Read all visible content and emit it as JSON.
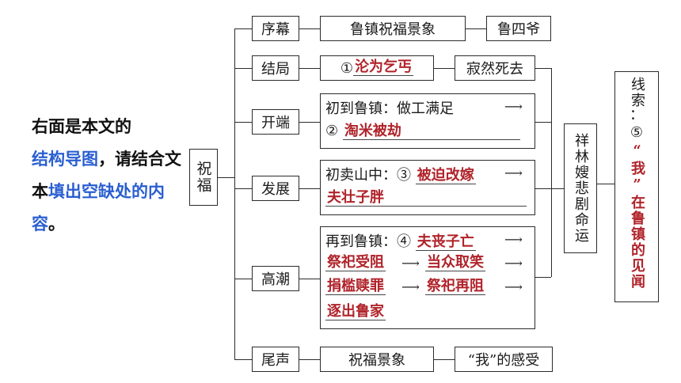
{
  "prompt": {
    "part1": "右面是本文的",
    "highlight1": "结构导图",
    "part2": "，请结合文本",
    "highlight2": "填出空缺处的内容",
    "part3": "。"
  },
  "root": "祝福",
  "nodes": {
    "xumu": "序幕",
    "jieju": "结局",
    "kaiduan": "开端",
    "fazhan": "发展",
    "gaochao": "高潮",
    "weisheng": "尾声"
  },
  "xumu_row": {
    "scene": "鲁镇祝福景象",
    "person": "鲁四爷"
  },
  "jieju_row": {
    "num": "①",
    "answer": "沦为乞丐",
    "result": "寂然死去"
  },
  "kaiduan_row": {
    "line1": "初到鲁镇：做工满足",
    "num": "②",
    "answer": "淘米被劫"
  },
  "fazhan_row": {
    "prefix": "初卖山中：",
    "num": "③",
    "answer1": "被迫改嫁",
    "answer2": "夫壮子胖"
  },
  "gaochao_row": {
    "prefix": "再到鲁镇：",
    "num": "④",
    "a1": "夫丧子亡",
    "a2": "祭祀受阻",
    "a3": "当众取笑",
    "a4": "捐槛赎罪",
    "a5": "祭祀再阻",
    "a6": "逐出鲁家"
  },
  "weisheng_row": {
    "scene": "祝福景象",
    "feeling": "“我”的感受"
  },
  "tragedy": "祥林嫂悲剧命运",
  "clue": {
    "label": "线索",
    "colon": "：",
    "num": "⑤",
    "answer": "“我”在鲁镇的见闻"
  },
  "colors": {
    "answer": "#b0232a",
    "highlight": "#2a5fd0"
  }
}
